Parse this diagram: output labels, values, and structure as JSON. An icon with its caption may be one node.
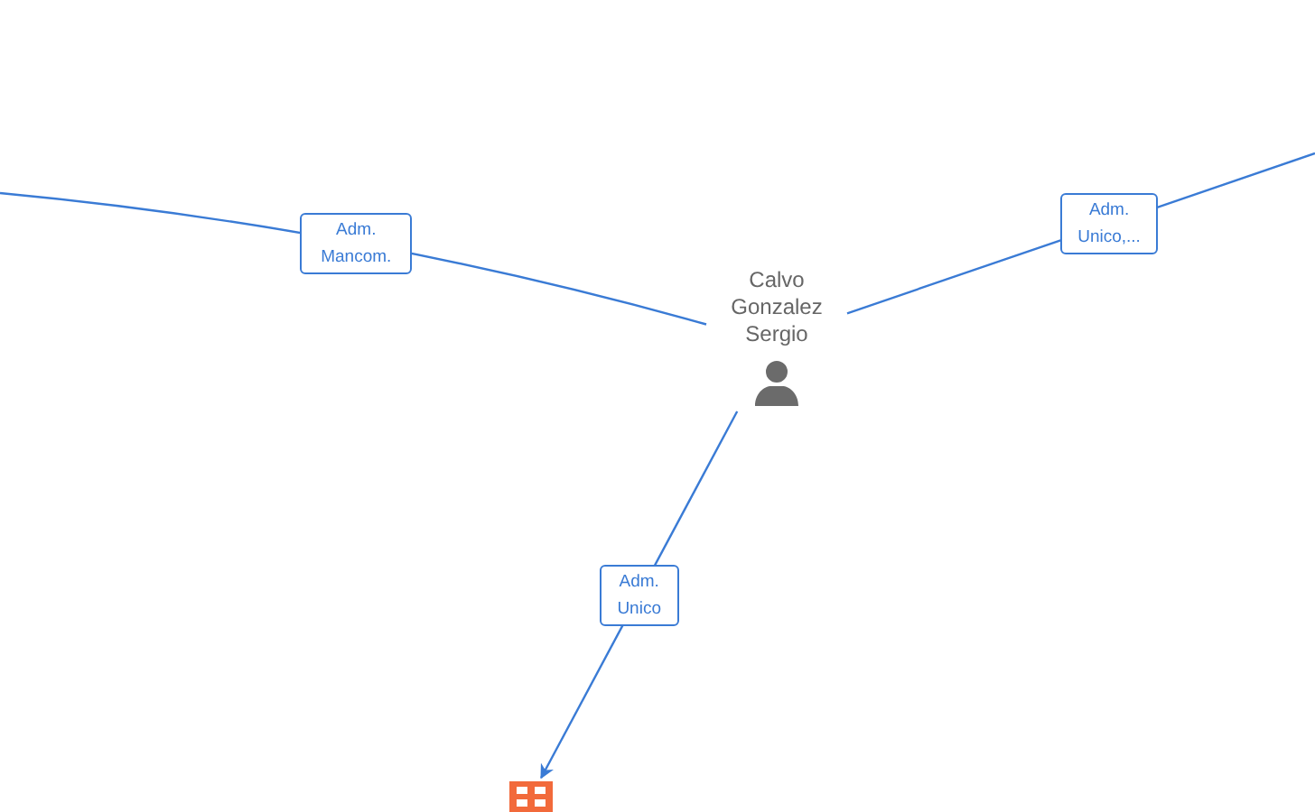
{
  "diagram": {
    "nodes": [
      {
        "text": [
          "Calvo Gonzalez Sergio"
        ]
      },
      {
        "text": [],
        "shape": "building"
      }
    ],
    "edges": [
      {
        "from": 0,
        "to": null,
        "arrow": "none",
        "label": "Adm. Mancom."
      },
      {
        "from": 0,
        "to": null,
        "arrow": "none",
        "label": "Adm. Unico,..."
      },
      {
        "from": 0,
        "to": 1,
        "arrow": "to",
        "label": "Adm. Unico"
      }
    ]
  }
}
